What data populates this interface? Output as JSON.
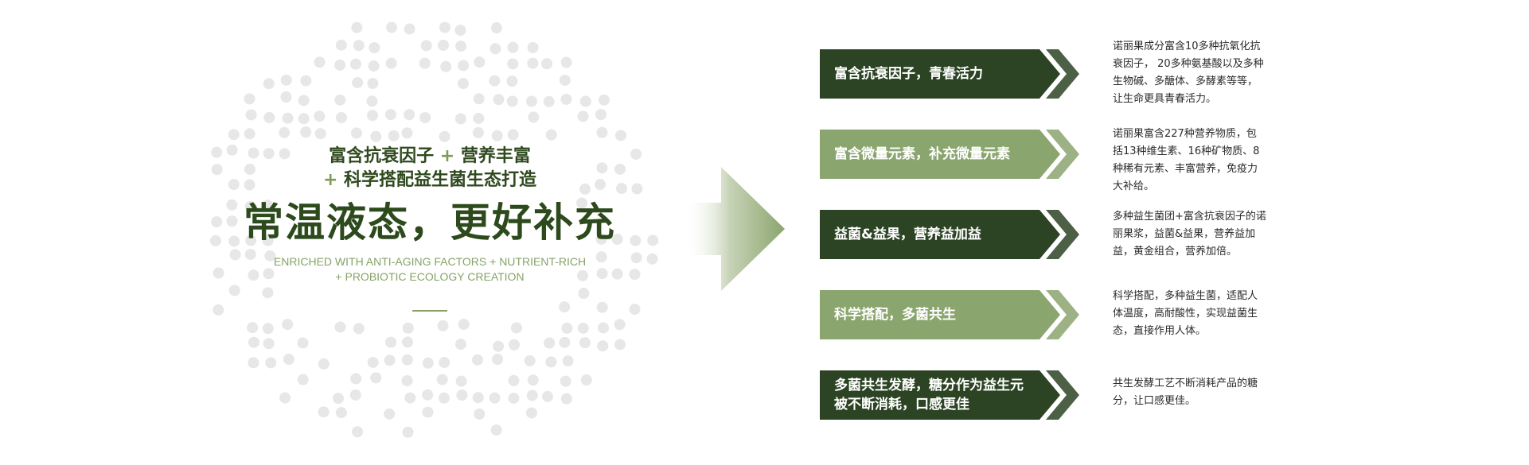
{
  "colors": {
    "dark_green": "#2c4424",
    "light_green": "#8ba56f",
    "text_green": "#2c4a1c",
    "dot_gray": "#e7e7e7"
  },
  "hero": {
    "subtitle_line1_a": "富含抗衰因子",
    "plus": "+",
    "subtitle_line1_b": "营养丰富",
    "subtitle_line2_b": "科学搭配益生菌生态打造",
    "main_title": "常温液态，更好补充",
    "english_line1": "ENRICHED WITH ANTI-AGING FACTORS + NUTRIENT-RICH",
    "english_line2": "+ PROBIOTIC ECOLOGY CREATION"
  },
  "features": [
    {
      "label": "富含抗衰因子，青春活力",
      "style": "dark",
      "description": [
        "诺丽果成分富含10多种抗氧化抗",
        "衰因子，  20多种氨基酸以及多种",
        "生物碱、多醣体、多酵素等等，",
        "让生命更具青春活力。"
      ]
    },
    {
      "label": "富含微量元素，补充微量元素",
      "style": "light",
      "description": [
        "诺丽果富含227种营养物质，包",
        "括13种维生素、16种矿物质、8",
        "种稀有元素、丰富营养，免疫力",
        "大补给。"
      ]
    },
    {
      "label": "益菌&益果，营养益加益",
      "style": "dark",
      "description": [
        "多种益生菌团+富含抗衰因子的诺",
        "丽果浆，益菌&益果，营养益加",
        "益，黄金组合，营养加倍。"
      ]
    },
    {
      "label": "科学搭配，多菌共生",
      "style": "light",
      "description": [
        "科学搭配，多种益生菌，适配人",
        "体温度，高耐酸性，实现益菌生",
        "态，直接作用人体。"
      ]
    },
    {
      "label": "多菌共生发酵，糖分作为益生元被不断消耗，口感更佳",
      "label_lines": [
        "多菌共生发酵，糖分作为益生元",
        "被不断消耗，口感更佳"
      ],
      "style": "dark",
      "description": [
        "共生发酵工艺不断消耗产品的糖",
        "分，让口感更佳。"
      ]
    }
  ]
}
